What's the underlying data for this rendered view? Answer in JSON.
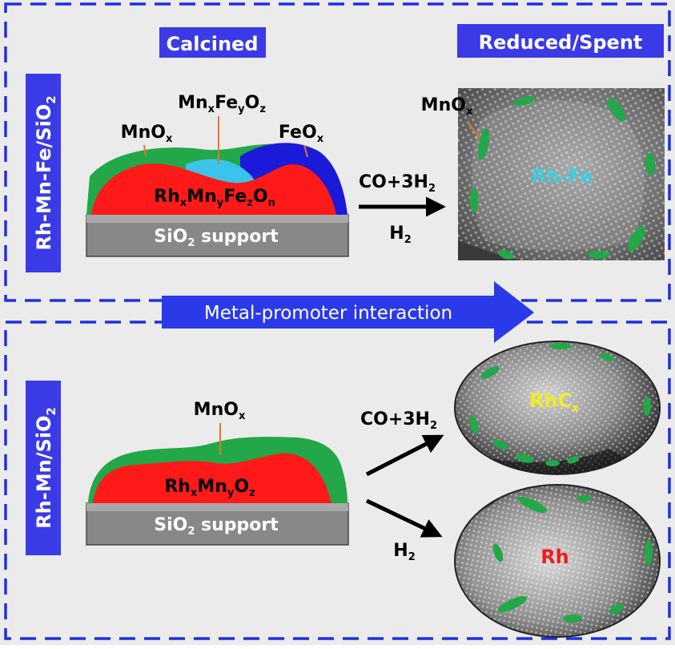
{
  "panels": {
    "header_calcined": "Calcined",
    "header_reduced": "Reduced/Spent",
    "label_top": "Rh-Mn-Fe/SiO",
    "label_bottom": "Rh-Mn/SiO",
    "subscript_2": "2",
    "arrow_interaction": "Metal-promoter interaction"
  },
  "top_particle": {
    "mnxfeyoz": {
      "base": "Mn",
      "s1": "x",
      "b2": "Fe",
      "s2": "y",
      "b3": "O",
      "s3": "z"
    },
    "mnox": {
      "base": "MnO",
      "sub": "x"
    },
    "feox": {
      "base": "FeO",
      "sub": "x"
    },
    "core": {
      "base": "Rh",
      "s1": "x",
      "b2": "Mn",
      "s2": "y",
      "b3": "Fe",
      "s3": "z",
      "b4": "O",
      "s4": "n"
    },
    "support": {
      "base": "SiO",
      "sub": "2",
      "rest": " support"
    }
  },
  "top_conditions": {
    "gas1_base": "CO+3H",
    "gas1_sub": "2",
    "gas2_base": "H",
    "gas2_sub": "2"
  },
  "top_result": {
    "mnox": {
      "base": "MnO",
      "sub": "x"
    },
    "phase": "Rh-Fe"
  },
  "bottom_particle": {
    "mnox": {
      "base": "MnO",
      "sub": "x"
    },
    "core": {
      "base": "Rh",
      "s1": "x",
      "b2": "Mn",
      "s2": "y",
      "b3": "O",
      "s3": "z"
    },
    "support": {
      "base": "SiO",
      "sub": "2",
      "rest": " support"
    }
  },
  "bottom_conditions": {
    "gas1_base": "CO+3H",
    "gas1_sub": "2",
    "gas2_base": "H",
    "gas2_sub": "2"
  },
  "bottom_results": {
    "carbide": {
      "base": "RhC",
      "sub": "x"
    },
    "metal": "Rh"
  },
  "colors": {
    "background": "#ebebeb",
    "dash_border": "#1f2fe0",
    "label_box": "#3a3ae6",
    "rh_core": "#ff1a1a",
    "mn_layer": "#22a848",
    "fe_layer": "#1a1ad8",
    "mixed_oxide": "#3ac4ec",
    "support_gray": "#8c8c8c",
    "rhfe_text": "#39d0e0",
    "rhc_text": "#f0ee20",
    "rh_text": "#ee1e1e",
    "pointer": "#e0752a"
  }
}
